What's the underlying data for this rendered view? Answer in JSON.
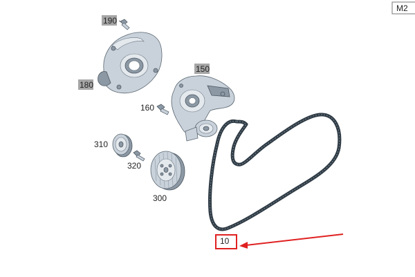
{
  "corner_tag": "M2",
  "callouts": {
    "p190": "190",
    "p180": "180",
    "p150": "150",
    "p160": "160",
    "p310": "310",
    "p320": "320",
    "p300": "300",
    "p10": "10"
  },
  "colors": {
    "highlight": "#e02020",
    "belt": "#2f3b45",
    "part_fill": "#c9d2db",
    "label_tag": "#a6a6a6"
  }
}
